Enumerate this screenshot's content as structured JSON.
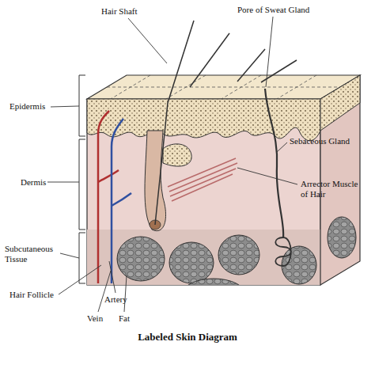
{
  "diagram": {
    "caption": "Labeled Skin Diagram",
    "labels": [
      "Hair Shaft",
      "Pore of Sweat Gland",
      "Epidermis",
      "Dermis",
      "Subcutaneous Tissue",
      "Sebaceous Gland",
      "Arrector Muscle of Hair",
      "Hair Follicle",
      "Artery",
      "Vein",
      "Fat"
    ]
  }
}
